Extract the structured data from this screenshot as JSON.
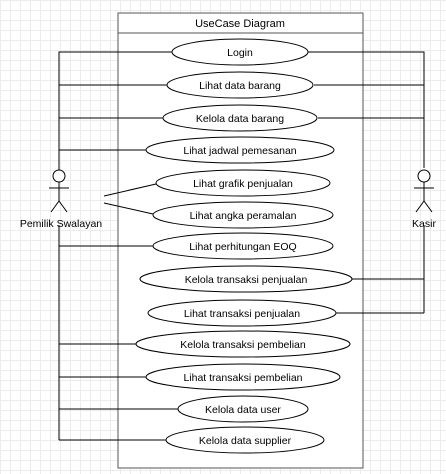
{
  "system": {
    "title": "UseCase Diagram"
  },
  "actors": [
    {
      "id": "pemilik",
      "label": "Pemilik Swalayan"
    },
    {
      "id": "kasir",
      "label": "Kasir"
    }
  ],
  "use_cases": [
    {
      "id": "login",
      "label": "Login"
    },
    {
      "id": "lihat-data-barang",
      "label": "Lihat data barang"
    },
    {
      "id": "kelola-data-barang",
      "label": "Kelola data barang"
    },
    {
      "id": "lihat-jadwal-pemesanan",
      "label": "Lihat jadwal pemesanan"
    },
    {
      "id": "lihat-grafik-penjualan",
      "label": "Lihat grafik penjualan"
    },
    {
      "id": "lihat-angka-peramalan",
      "label": "Lihat angka peramalan"
    },
    {
      "id": "lihat-perhitungan-eoq",
      "label": "Lihat perhitungan EOQ"
    },
    {
      "id": "kelola-transaksi-penjualan",
      "label": "Kelola transaksi penjualan"
    },
    {
      "id": "lihat-transaksi-penjualan",
      "label": "Lihat transaksi penjualan"
    },
    {
      "id": "kelola-transaksi-pembelian",
      "label": "Kelola transaksi pembelian"
    },
    {
      "id": "lihat-transaksi-pembelian",
      "label": "Lihat transaksi pembelian"
    },
    {
      "id": "kelola-data-user",
      "label": "Kelola data user"
    },
    {
      "id": "kelola-data-supplier",
      "label": "Kelola data supplier"
    }
  ],
  "associations": [
    {
      "actor": "pemilik",
      "use_case": "login"
    },
    {
      "actor": "pemilik",
      "use_case": "lihat-data-barang"
    },
    {
      "actor": "pemilik",
      "use_case": "kelola-data-barang"
    },
    {
      "actor": "pemilik",
      "use_case": "lihat-jadwal-pemesanan"
    },
    {
      "actor": "pemilik",
      "use_case": "lihat-grafik-penjualan"
    },
    {
      "actor": "pemilik",
      "use_case": "lihat-angka-peramalan"
    },
    {
      "actor": "pemilik",
      "use_case": "lihat-perhitungan-eoq"
    },
    {
      "actor": "pemilik",
      "use_case": "kelola-transaksi-pembelian"
    },
    {
      "actor": "pemilik",
      "use_case": "lihat-transaksi-pembelian"
    },
    {
      "actor": "pemilik",
      "use_case": "kelola-data-user"
    },
    {
      "actor": "pemilik",
      "use_case": "kelola-data-supplier"
    },
    {
      "actor": "kasir",
      "use_case": "login"
    },
    {
      "actor": "kasir",
      "use_case": "lihat-data-barang"
    },
    {
      "actor": "kasir",
      "use_case": "kelola-data-barang"
    },
    {
      "actor": "kasir",
      "use_case": "kelola-transaksi-penjualan"
    },
    {
      "actor": "kasir",
      "use_case": "lihat-transaksi-penjualan"
    }
  ]
}
